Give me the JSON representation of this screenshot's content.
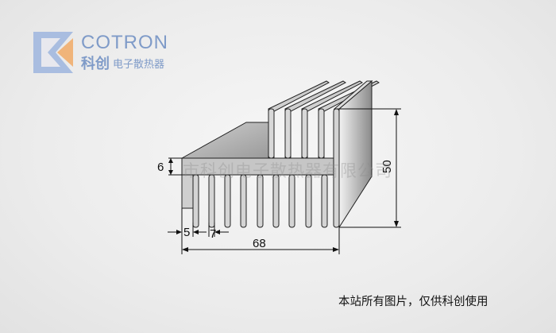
{
  "logo": {
    "brand": "COTRON",
    "brand_cn": "科创",
    "subtitle": "电子散热器"
  },
  "dimensions": {
    "base_thickness": "6",
    "first_gap": "5",
    "fin_pitch": "7",
    "width": "68",
    "height": "50"
  },
  "watermark": "市科创电子散热器有限公司",
  "caption": "本站所有图片，仅供科创使用",
  "colors": {
    "logo_blue": "#7f9bc8",
    "logo_orange": "#f0b47a"
  }
}
